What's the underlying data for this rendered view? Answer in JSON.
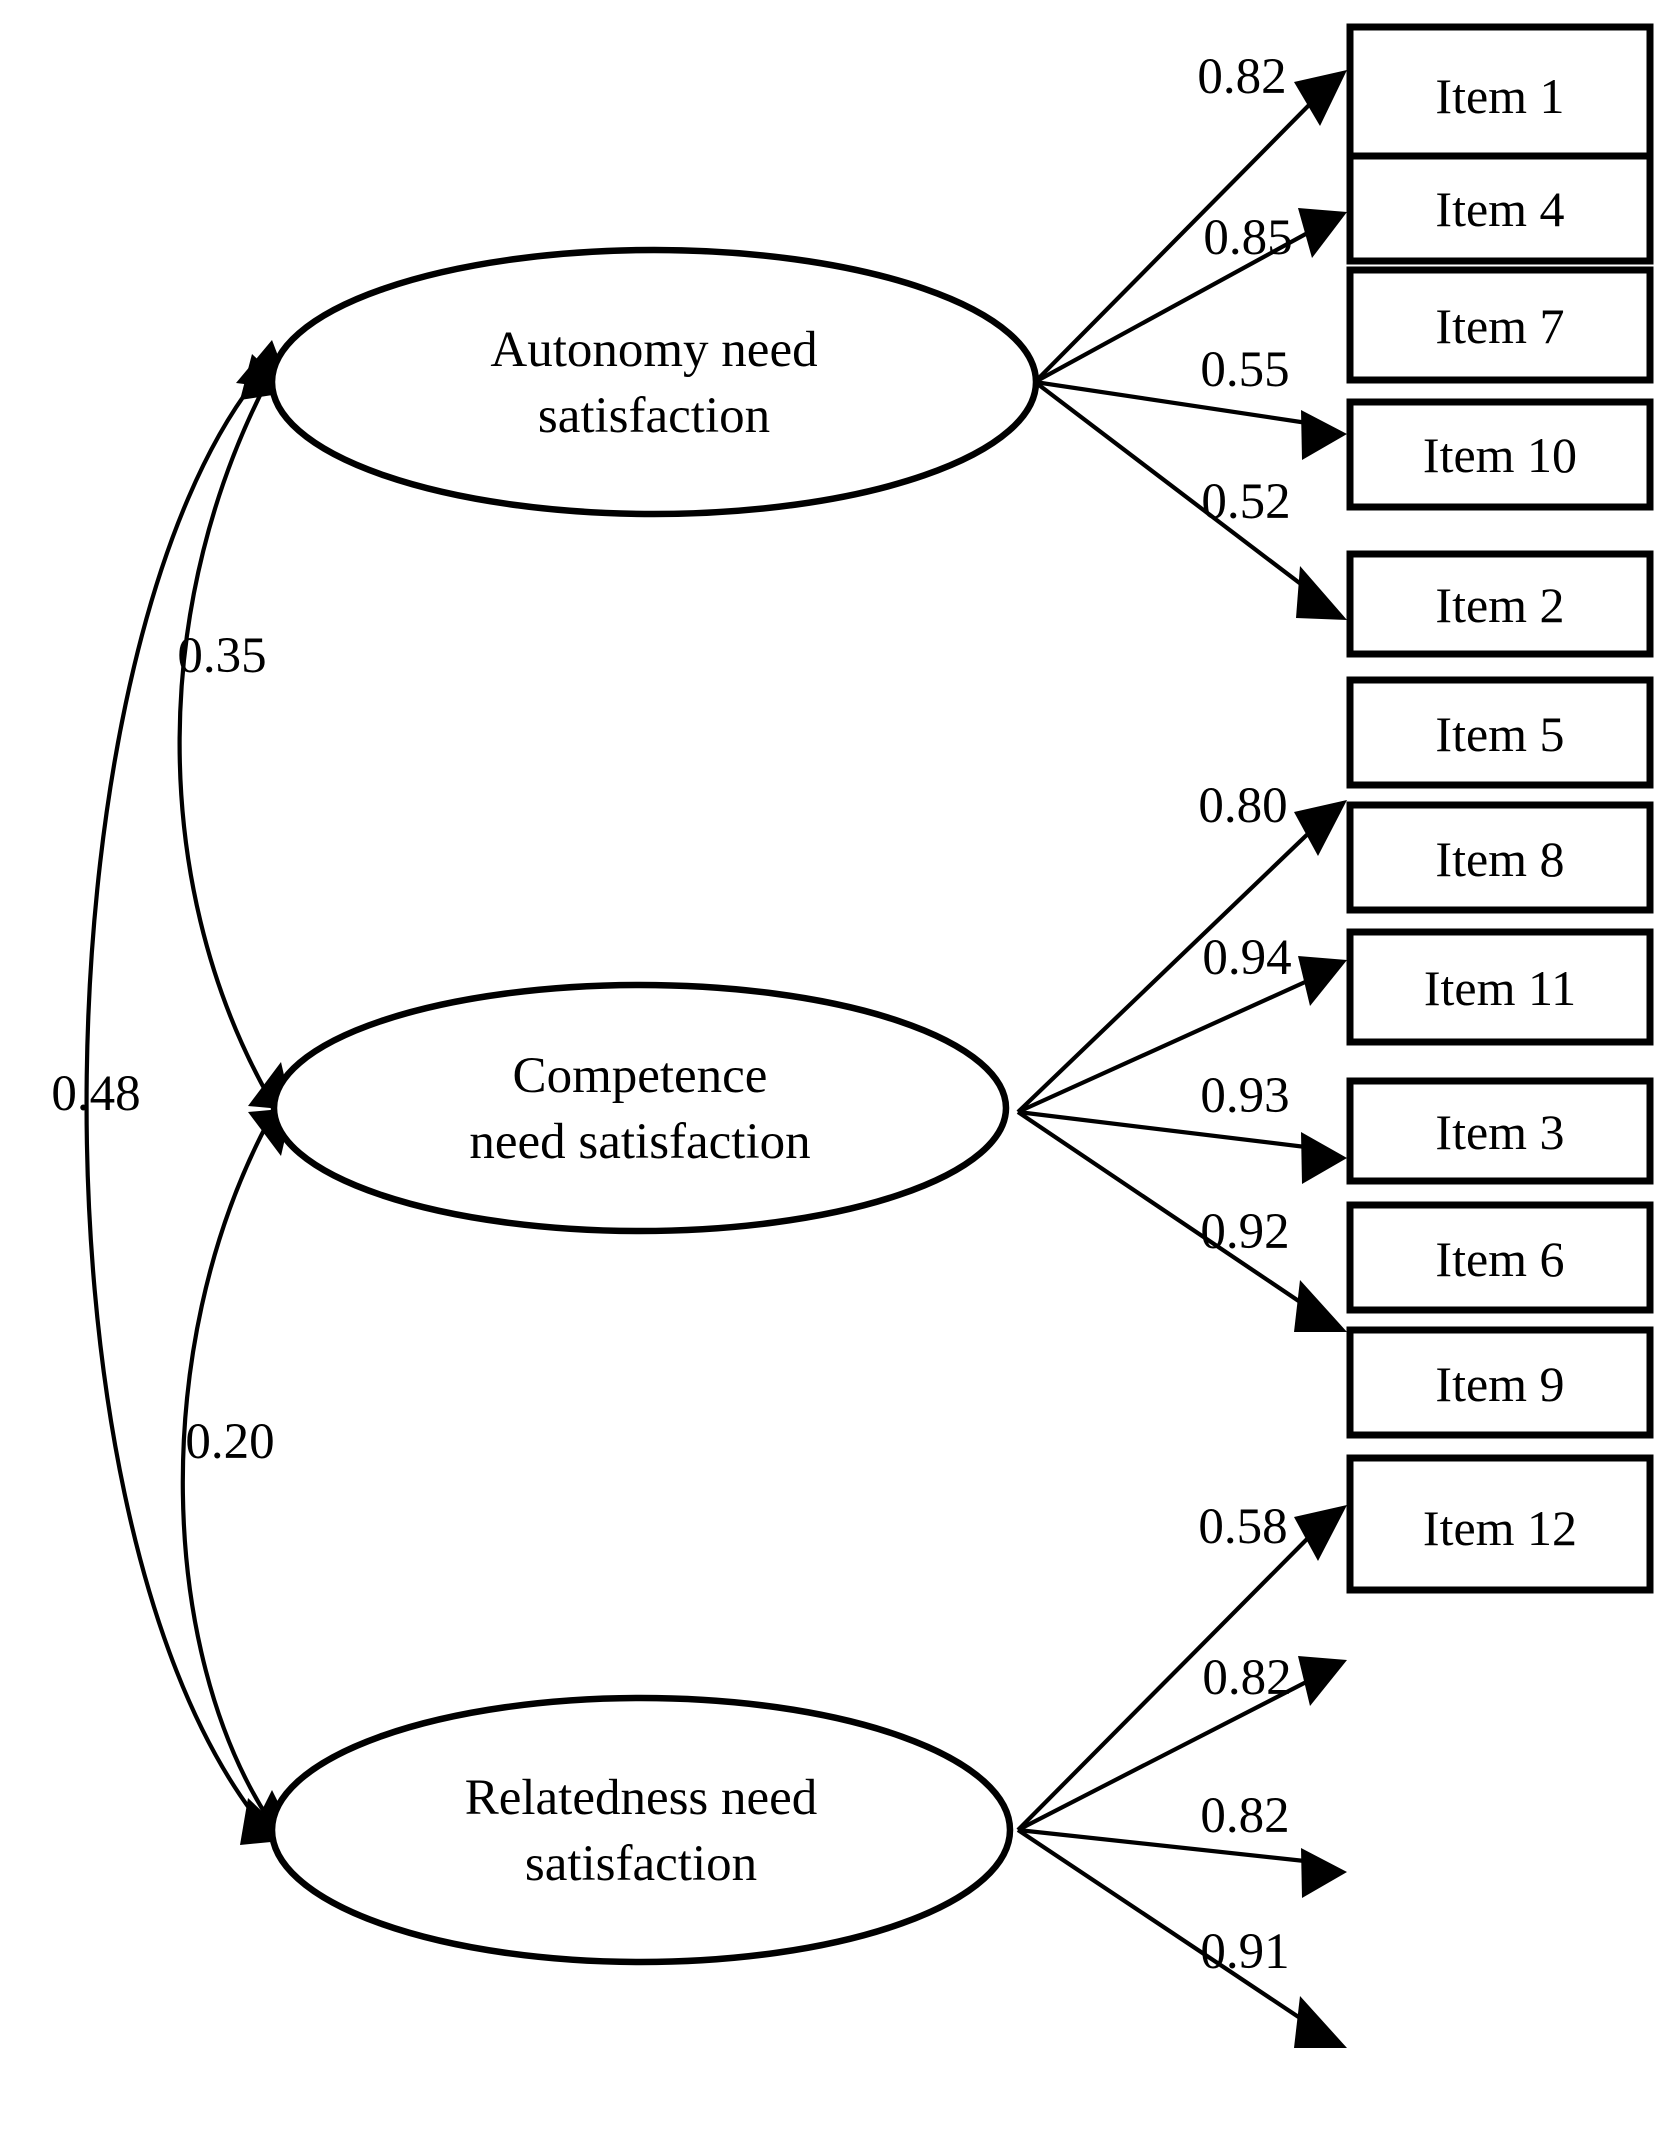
{
  "diagram": {
    "title": "Confirmatory factor analysis measurement model of basic psychological need satisfaction",
    "type": "sem-path-diagram"
  },
  "factors": [
    {
      "id": "autonomy",
      "line1": "Autonomy need",
      "line2": "satisfaction"
    },
    {
      "id": "competence",
      "line1": "Competence",
      "line2": "need satisfaction"
    },
    {
      "id": "relatedness",
      "line1": "Relatedness need",
      "line2": "satisfaction"
    }
  ],
  "indicators": [
    {
      "id": "item1",
      "label": "Item 1",
      "loading": "0.82",
      "factor": "autonomy"
    },
    {
      "id": "item4",
      "label": "Item 4",
      "loading": "0.85",
      "factor": "autonomy"
    },
    {
      "id": "item7",
      "label": "Item 7",
      "loading": "0.55",
      "factor": "autonomy"
    },
    {
      "id": "item10",
      "label": "Item 10",
      "loading": "0.52",
      "factor": "autonomy"
    },
    {
      "id": "item2",
      "label": "Item 2",
      "loading": "0.80",
      "factor": "competence"
    },
    {
      "id": "item5",
      "label": "Item 5",
      "loading": "0.94",
      "factor": "competence"
    },
    {
      "id": "item8",
      "label": "Item 8",
      "loading": "0.93",
      "factor": "competence"
    },
    {
      "id": "item11",
      "label": "Item 11",
      "loading": "0.92",
      "factor": "competence"
    },
    {
      "id": "item3",
      "label": "Item 3",
      "loading": "0.58",
      "factor": "relatedness"
    },
    {
      "id": "item6",
      "label": "Item 6",
      "loading": "0.82",
      "factor": "relatedness"
    },
    {
      "id": "item9",
      "label": "Item 9",
      "loading": "0.82",
      "factor": "relatedness"
    },
    {
      "id": "item12",
      "label": "Item 12",
      "loading": "0.91",
      "factor": "relatedness"
    }
  ],
  "correlations": [
    {
      "id": "auto-comp",
      "value": "0.35",
      "from": "autonomy",
      "to": "competence"
    },
    {
      "id": "auto-rel",
      "value": "0.48",
      "from": "autonomy",
      "to": "relatedness"
    },
    {
      "id": "comp-rel",
      "value": "0.20",
      "from": "competence",
      "to": "relatedness"
    }
  ],
  "chart_data": {
    "type": "diagram",
    "title": "Three-factor measurement model",
    "factors": [
      "Autonomy need satisfaction",
      "Competence need satisfaction",
      "Relatedness need satisfaction"
    ],
    "loadings": {
      "Autonomy need satisfaction": {
        "Item 1": 0.82,
        "Item 4": 0.85,
        "Item 7": 0.55,
        "Item 10": 0.52
      },
      "Competence need satisfaction": {
        "Item 2": 0.8,
        "Item 5": 0.94,
        "Item 8": 0.93,
        "Item 11": 0.92
      },
      "Relatedness need satisfaction": {
        "Item 3": 0.58,
        "Item 6": 0.82,
        "Item 9": 0.82,
        "Item 12": 0.91
      }
    },
    "factor_correlations": [
      {
        "pair": [
          "Autonomy need satisfaction",
          "Competence need satisfaction"
        ],
        "value": 0.35
      },
      {
        "pair": [
          "Autonomy need satisfaction",
          "Relatedness need satisfaction"
        ],
        "value": 0.48
      },
      {
        "pair": [
          "Competence need satisfaction",
          "Relatedness need satisfaction"
        ],
        "value": 0.2
      }
    ]
  },
  "colors": {
    "stroke": "#000000",
    "background": "#ffffff",
    "text": "#000000"
  }
}
